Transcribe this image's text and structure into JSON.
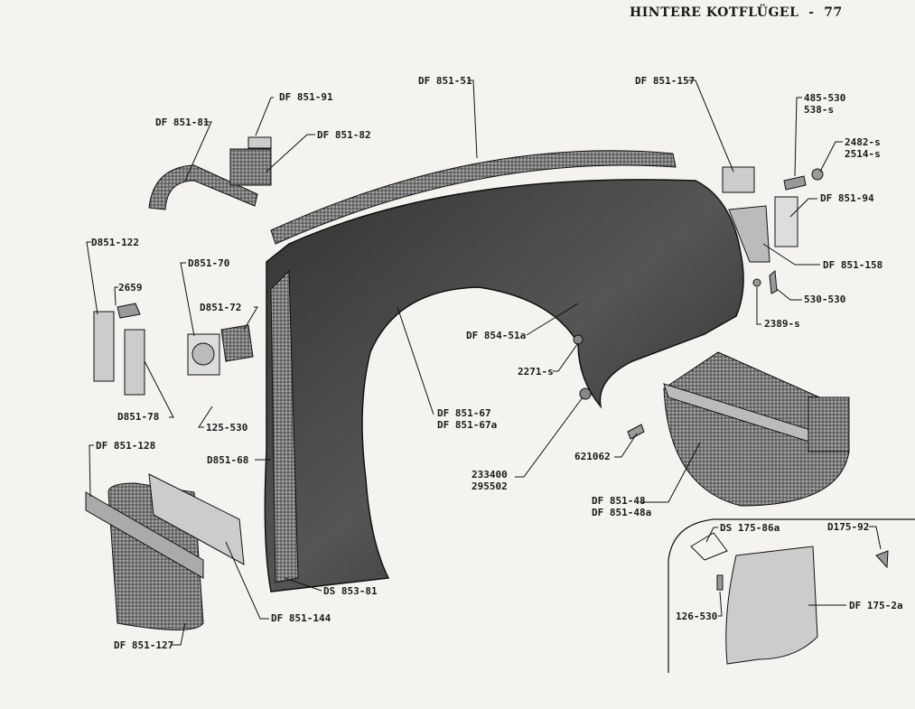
{
  "header": {
    "title": "HINTERE KOTFLÜGEL",
    "separator": "-",
    "page_number": "77"
  },
  "parts": {
    "df851_51": "DF 851-51",
    "df851_91": "DF 851-91",
    "df851_81": "DF 851-81",
    "df851_82": "DF 851-82",
    "df851_157": "DF 851-157",
    "p485_530": "485-530",
    "p538_s": "538-s",
    "p2482_s": "2482-s",
    "p2514_s": "2514-s",
    "df851_94": "DF 851-94",
    "df851_158": "DF 851-158",
    "p530_530": "530-530",
    "p2389_s": "2389-s",
    "d851_122": "D851-122",
    "p2659": "2659",
    "d851_70": "D851-70",
    "d851_72": "D851-72",
    "df854_51a": "DF 854-51a",
    "p2271_s": "2271-s",
    "d851_78": "D851-78",
    "p125_530": "125-530",
    "df851_67": "DF 851-67",
    "df851_67a": "DF 851-67a",
    "d851_68": "D851-68",
    "p621062": "621062",
    "p233400": "233400",
    "p295502": "295502",
    "df851_128": "DF 851-128",
    "df851_48": "DF 851-48",
    "df851_48a": "DF 851-48a",
    "ds175_86a": "DS 175-86a",
    "d175_92": "D175-92",
    "ds853_81": "DS 853-81",
    "p126_530": "126-530",
    "df175_2a": "DF 175-2a",
    "df851_144": "DF 851-144",
    "df851_127": "DF 851-127"
  }
}
